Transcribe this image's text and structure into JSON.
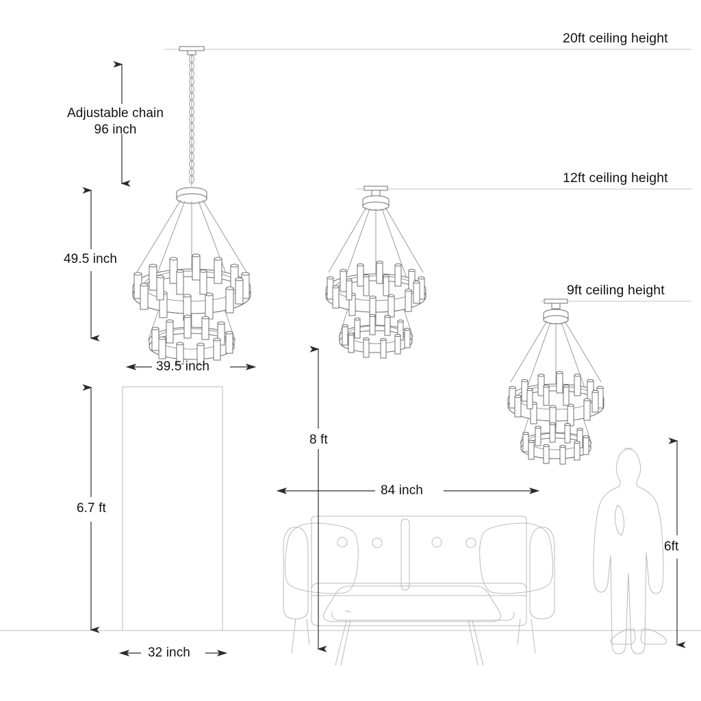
{
  "diagram": {
    "title": "Chandelier installation height and dimension diagram",
    "ceiling_labels": [
      {
        "id": "ceiling-20ft",
        "text": "20ft ceiling height"
      },
      {
        "id": "ceiling-12ft",
        "text": "12ft ceiling height"
      },
      {
        "id": "ceiling-9ft",
        "text": "9ft ceiling height"
      }
    ],
    "dimensions": {
      "chain_line1": "Adjustable chain",
      "chain_line2": "96 inch",
      "fixture_height": "49.5 inch",
      "fixture_width": "39.5 inch",
      "hanging_clearance": "8 ft",
      "sofa_width": "84 inch",
      "door_height": "6.7 ft",
      "door_width": "32 inch",
      "person_height": "6ft"
    },
    "colors": {
      "ink": "#1a1a1a",
      "fixture_stroke": "#6e6e6e",
      "furniture_stroke": "#b9b9b9",
      "dimension_stroke": "#2b2b2b",
      "background": "#ffffff"
    },
    "objects": [
      {
        "name": "chandelier-large",
        "tiers": 2,
        "scale": "20ft"
      },
      {
        "name": "chandelier-medium",
        "tiers": 2,
        "scale": "12ft"
      },
      {
        "name": "chandelier-small",
        "tiers": 2,
        "scale": "9ft"
      },
      {
        "name": "door-outline"
      },
      {
        "name": "sofa-with-pillows"
      },
      {
        "name": "coffee-table"
      },
      {
        "name": "person-silhouette"
      }
    ]
  }
}
